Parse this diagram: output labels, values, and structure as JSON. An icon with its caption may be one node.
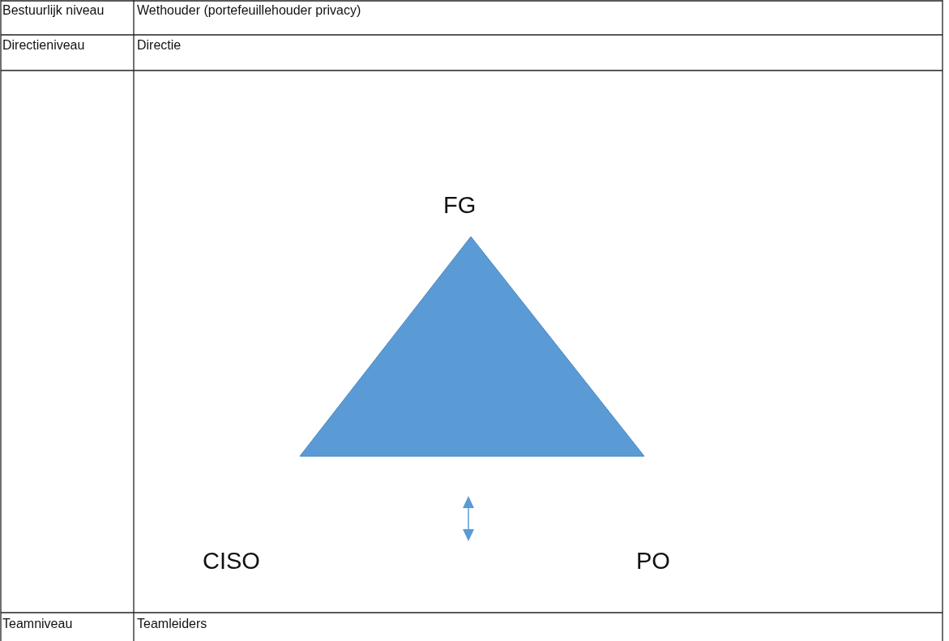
{
  "diagram": {
    "nodes": [
      {
        "text": [],
        "shape": "triangle"
      }
    ],
    "labels": [
      "Bestuurlijk niveau",
      "Wethouder (portefeuillehouder privacy)",
      "Directieniveau",
      "Directie",
      "FG",
      "CISO",
      "PO",
      "Teamniveau",
      "Teamleiders"
    ]
  }
}
